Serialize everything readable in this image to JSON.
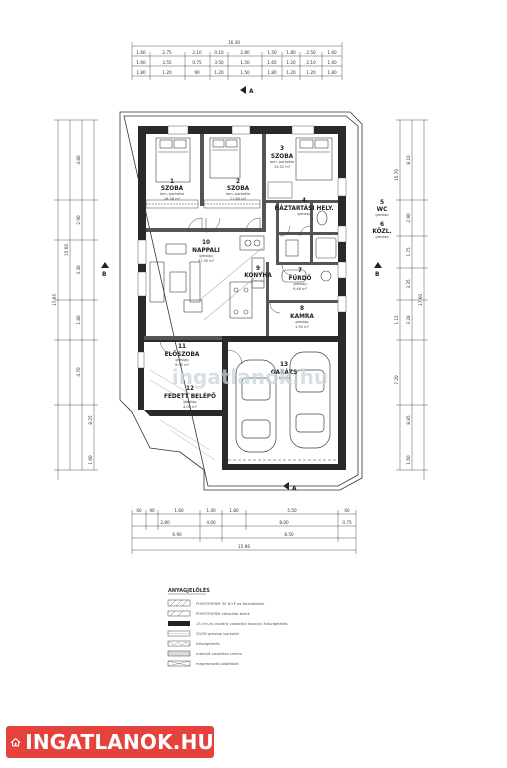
{
  "top_dims": {
    "overall": "16.30",
    "row2": [
      "1.60",
      "2.75",
      "2.10",
      "0.10",
      "2.80",
      "1.50",
      "1.80",
      "2.50",
      "1.60"
    ],
    "row3": [
      "1.60",
      "3.55",
      "0.75",
      "3.50",
      "1.50",
      "1.65",
      "1.20",
      "2.10",
      "1.60"
    ],
    "row4": [
      "1.80",
      "1.20",
      "90",
      "1.20",
      "1.50",
      "1.80",
      "1.20",
      "1.20",
      "1.80"
    ]
  },
  "bottom_dims": {
    "row1": [
      "60",
      "90",
      "1.60",
      "1.40",
      "1.80",
      "5.50",
      "60"
    ],
    "row2": [
      "2.80",
      "4.00",
      "8.00",
      "0.75"
    ],
    "row3": [
      "6.90",
      "8.50"
    ],
    "overall": "15.96"
  },
  "left_dims": [
    "17.95",
    "15.60",
    "4.80",
    "2.90",
    "3.30",
    "1.80",
    "4.70",
    "8.25",
    "1.60"
  ],
  "right_dims": [
    "15.70",
    "17.60",
    "8.10",
    "2.90",
    "1.75",
    "3.35",
    "3.28",
    "1.15",
    "7.20",
    "8.85",
    "1.60"
  ],
  "section_marks": [
    "A",
    "B",
    "A",
    "B"
  ],
  "rooms": [
    {
      "num": "1",
      "name": "SZOBA",
      "area": "16.58 m²",
      "sub": "lam. parketta"
    },
    {
      "num": "2",
      "name": "SZOBA",
      "area": "11.60 m²",
      "sub": "lam. parketta"
    },
    {
      "num": "3",
      "name": "SZOBA",
      "area": "13.52 m²",
      "sub": "lam. parketta"
    },
    {
      "num": "4",
      "name": "HÁZTARTÁSI HELY.",
      "area": "",
      "sub": "greslap"
    },
    {
      "num": "5",
      "name": "WC",
      "area": "",
      "sub": "greslap"
    },
    {
      "num": "6",
      "name": "KÖZL.",
      "area": "",
      "sub": "greslap"
    },
    {
      "num": "7",
      "name": "FÜRDŐ",
      "area": "9.48 m²",
      "sub": "greslap"
    },
    {
      "num": "8",
      "name": "KAMRA",
      "area": "1.90 m²",
      "sub": "greslap"
    },
    {
      "num": "9",
      "name": "KONYHA",
      "area": "",
      "sub": "greslap"
    },
    {
      "num": "10",
      "name": "NAPPALI",
      "area": "37.90 m²",
      "sub": "greslap"
    },
    {
      "num": "11",
      "name": "ELŐSZOBA",
      "area": "9.90 m²",
      "sub": "greslap"
    },
    {
      "num": "12",
      "name": "FEDETT BELÉPŐ",
      "area": "4.00 m²",
      "sub": "greslap"
    },
    {
      "num": "13",
      "name": "GARÁZS",
      "area": "",
      "sub": "beton"
    }
  ],
  "legend": {
    "title": "ANYAGJELÖLÉS",
    "items": [
      "POROTHERM 30 N+F-es falazóblokk",
      "POROTHERM válaszfal-blokk",
      "15 cm-es vízzáró vasbeton koszorú hőszigetelés",
      "20/30 greslap burkolat",
      "hőszigetelés",
      "monolit vasbeton lemez",
      "megmaradó oldalfalak"
    ]
  },
  "watermark": "ingatlanok.hu",
  "logo": {
    "text": "INGATLANOK.HU",
    "icon": "house-icon",
    "color": "#e5413d"
  }
}
